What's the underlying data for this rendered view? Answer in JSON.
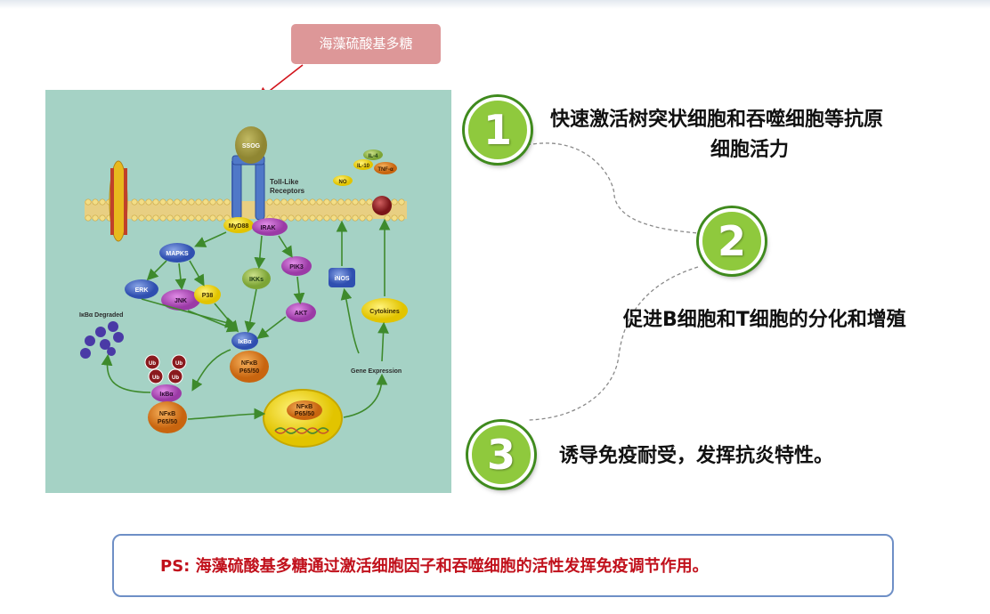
{
  "callout": {
    "label": "海藻硫酸基多糖"
  },
  "diagram": {
    "ssog": "SSOG",
    "toll_like_1": "Toll-Like",
    "toll_like_2": "Receptors",
    "il4": "IL-4",
    "il10": "IL-10",
    "tnf": "TNF-α",
    "no": "NO",
    "myd88": "MyD88",
    "irak": "IRAK",
    "mapks": "MAPKS",
    "erk": "ERK",
    "jnk": "JNK",
    "p38": "P38",
    "ikks": "IKKs",
    "pik3": "PIK3",
    "akt": "AKT",
    "inos": "iNOS",
    "cytokines": "Cytokines",
    "ikba_degraded": "IκBα Degraded",
    "ub": "Ub",
    "ikba": "IκBα",
    "nfkb": "NFκB",
    "p6550": "P65/50",
    "gene_expression": "Gene Expression"
  },
  "points": [
    {
      "number": "1",
      "line1": "快速激活树突状细胞和吞噬细胞等抗原",
      "line2": "细胞活力"
    },
    {
      "number": "2",
      "line1": "促进B细胞和T细胞的分化和增殖"
    },
    {
      "number": "3",
      "line1": "诱导免疫耐受，发挥抗炎特性。"
    }
  ],
  "ps": {
    "text": "PS: 海藻硫酸基多糖通过激活细胞因子和吞噬细胞的活性发挥免疫调节作用。"
  },
  "colors": {
    "panel_bg": "#a5d2c5",
    "circle_green": "#8fc93d",
    "circle_ring": "#3f8a1d",
    "callout_bg": "#dd9798",
    "ps_text": "#c1111c",
    "ps_border": "#6e8fc6"
  }
}
